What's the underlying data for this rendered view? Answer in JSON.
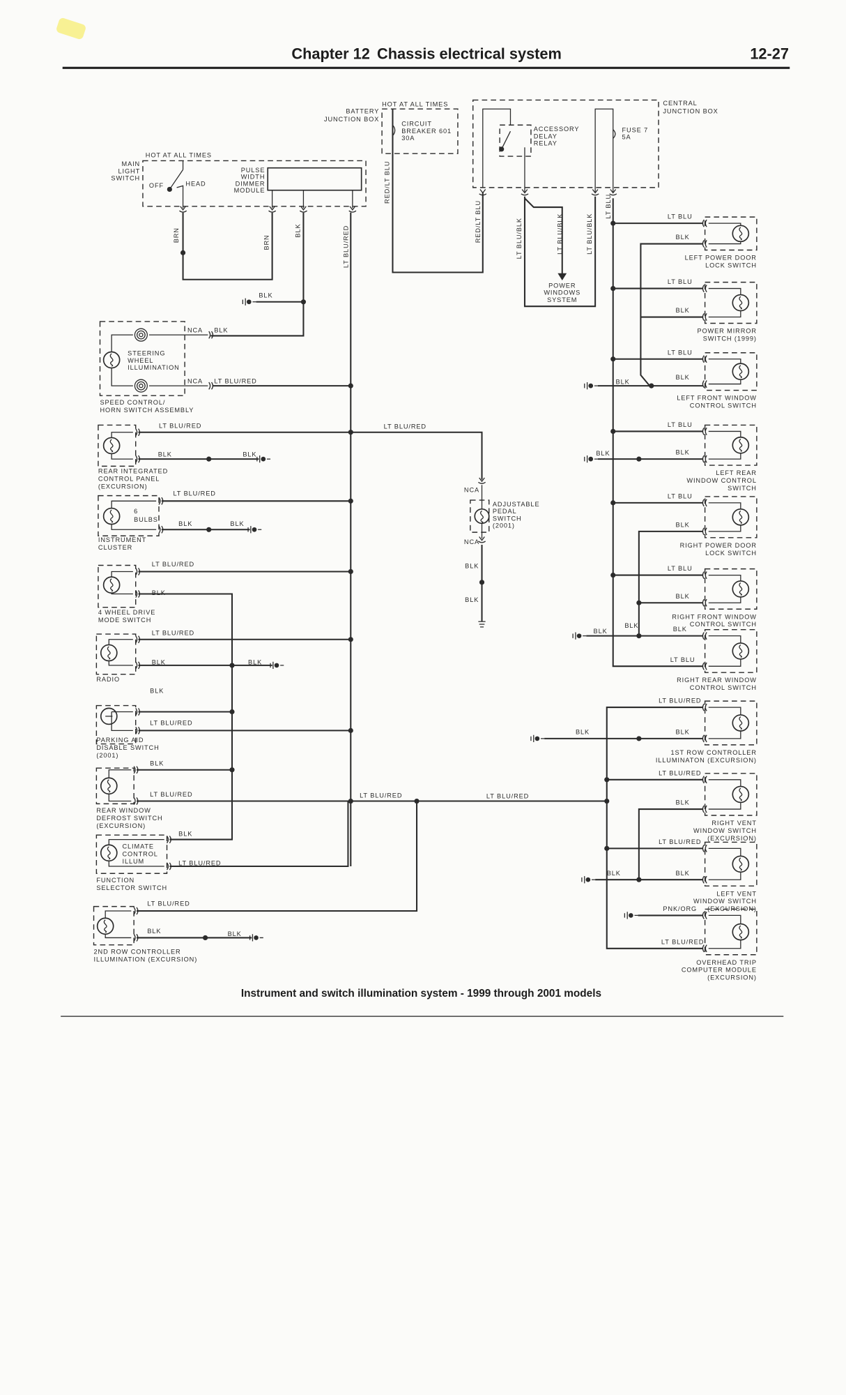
{
  "header": {
    "chapter": "Chapter 12",
    "title": "Chassis electrical system",
    "page": "12-27"
  },
  "caption": "Instrument and switch illumination system - 1999 through 2001 models",
  "top": {
    "main_light_switch": {
      "hot": "HOT AT ALL TIMES",
      "label": [
        "MAIN",
        "LIGHT",
        "SWITCH"
      ],
      "off": "OFF",
      "head": "HEAD"
    },
    "dimmer": [
      "PULSE",
      "WIDTH",
      "DIMMER",
      "MODULE"
    ],
    "battery_box": {
      "hot": "HOT AT ALL TIMES",
      "label": [
        "BATTERY",
        "JUNCTION BOX"
      ],
      "breaker": [
        "CIRCUIT",
        "BREAKER 601",
        "30A"
      ]
    },
    "central_box": {
      "label": [
        "CENTRAL",
        "JUNCTION BOX"
      ],
      "relay": [
        "ACCESSORY",
        "DELAY",
        "RELAY"
      ],
      "fuse": [
        "FUSE 7",
        "5A"
      ]
    },
    "power_windows": [
      "POWER",
      "WINDOWS",
      "SYSTEM"
    ],
    "wires": {
      "brn1": "BRN",
      "brn2": "BRN",
      "blk": "BLK",
      "ltblured": "LT BLU/RED",
      "redltblu1": "RED/LT BLU",
      "redltblu2": "RED/LT BLU",
      "ltblublk1": "LT BLU/BLK",
      "ltblublk2": "LT BLU/BLK",
      "ltblublk3": "LT BLU/BLK",
      "ltblu": "LT BLU",
      "ground_blk": "BLK"
    }
  },
  "center_wires": [
    "LT BLU/RED",
    "LT BLU/RED",
    "LT BLU/RED"
  ],
  "left": [
    {
      "label": [
        "SPEED CONTROL/",
        "HORN SWITCH ASSEMBLY"
      ],
      "inner": [
        "STEERING",
        "WHEEL",
        "ILLUMINATION"
      ],
      "wires": [
        "NCA",
        "BLK",
        "NCA",
        "LT BLU/RED"
      ]
    },
    {
      "label": [
        "REAR INTEGRATED",
        "CONTROL PANEL",
        "(EXCURSION)"
      ],
      "inner": [],
      "wires": [
        "LT BLU/RED",
        "BLK",
        "BLK"
      ]
    },
    {
      "label": [
        "INSTRUMENT",
        "CLUSTER"
      ],
      "inner": [
        "6",
        "BULBS"
      ],
      "wires": [
        "LT BLU/RED",
        "BLK",
        "BLK"
      ]
    },
    {
      "label": [
        "4 WHEEL DRIVE",
        "MODE SWITCH"
      ],
      "inner": [],
      "wires": [
        "LT BLU/RED",
        "BLK"
      ]
    },
    {
      "label": [
        "RADIO"
      ],
      "inner": [],
      "wires": [
        "LT BLU/RED",
        "BLK",
        "BLK"
      ]
    },
    {
      "label": [
        "PARKING AID",
        "DISABLE SWITCH",
        "(2001)"
      ],
      "inner": [],
      "wires": [
        "BLK",
        "LT BLU/RED"
      ]
    },
    {
      "label": [
        "REAR WINDOW",
        "DEFROST SWITCH",
        "(EXCURSION)"
      ],
      "inner": [],
      "wires": [
        "BLK",
        "LT BLU/RED"
      ]
    },
    {
      "label": [
        "FUNCTION",
        "SELECTOR SWITCH"
      ],
      "inner": [
        "CLIMATE",
        "CONTROL",
        "ILLUM"
      ],
      "wires": [
        "BLK",
        "LT BLU/RED"
      ]
    },
    {
      "label": [
        "2ND ROW CONTROLLER",
        "ILLUMINATION (EXCURSION)"
      ],
      "inner": [],
      "wires": [
        "LT BLU/RED",
        "BLK",
        "BLK"
      ]
    }
  ],
  "pedal": {
    "label": [
      "ADJUSTABLE",
      "PEDAL",
      "SWITCH",
      "(2001)"
    ],
    "wires": [
      "NCA",
      "NCA",
      "BLK",
      "BLK"
    ]
  },
  "right": [
    {
      "label": [
        "LEFT POWER DOOR",
        "LOCK SWITCH"
      ],
      "wires": [
        "LT BLU",
        "BLK"
      ]
    },
    {
      "label": [
        "POWER MIRROR",
        "SWITCH (1999)"
      ],
      "wires": [
        "LT BLU",
        "BLK"
      ]
    },
    {
      "label": [
        "LEFT FRONT WINDOW",
        "CONTROL SWITCH"
      ],
      "wires": [
        "LT BLU",
        "BLK",
        "BLK"
      ]
    },
    {
      "label": [
        "LEFT REAR",
        "WINDOW CONTROL",
        "SWITCH"
      ],
      "wires": [
        "LT BLU",
        "BLK",
        "BLK"
      ]
    },
    {
      "label": [
        "RIGHT POWER DOOR",
        "LOCK SWITCH"
      ],
      "wires": [
        "LT BLU",
        "BLK"
      ]
    },
    {
      "label": [
        "RIGHT FRONT WINDOW",
        "CONTROL SWITCH"
      ],
      "wires": [
        "LT BLU",
        "BLK"
      ]
    },
    {
      "label": [
        "RIGHT REAR WINDOW",
        "CONTROL SWITCH"
      ],
      "wires": [
        "BLK",
        "LT BLU",
        "BLK",
        "BLK"
      ]
    },
    {
      "label": [
        "1ST ROW CONTROLLER",
        "ILLUMINATON (EXCURSION)"
      ],
      "wires": [
        "LT BLU/RED",
        "BLK",
        "BLK"
      ]
    },
    {
      "label": [
        "RIGHT VENT",
        "WINDOW SWITCH",
        "(EXCURSION)"
      ],
      "wires": [
        "LT BLU/RED",
        "BLK"
      ]
    },
    {
      "label": [
        "LEFT VENT",
        "WINDOW SWITCH",
        "(EXCURSION)"
      ],
      "wires": [
        "LT BLU/RED",
        "BLK",
        "BLK"
      ]
    },
    {
      "label": [
        "OVERHEAD TRIP",
        "COMPUTER MODULE",
        "(EXCURSION)"
      ],
      "wires": [
        "PNK/ORG",
        "LT BLU/RED"
      ]
    }
  ]
}
